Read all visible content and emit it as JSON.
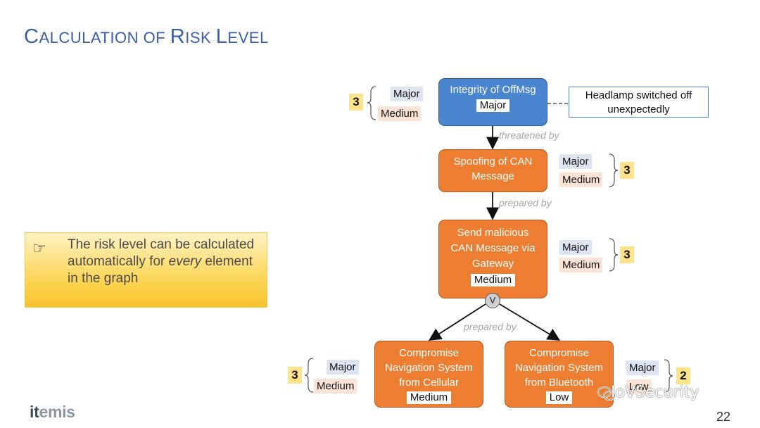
{
  "title": {
    "first_cap": "C",
    "rest1": "ALCULATION OF ",
    "second_cap": "R",
    "rest2": "ISK ",
    "third_cap": "L",
    "rest3": "EVEL"
  },
  "note": {
    "icon": "pointing-hand-icon",
    "text_before": "The risk level can be calculated automatically for ",
    "text_em": "every",
    "text_after": " element in the graph"
  },
  "nodes": {
    "top": {
      "label": "Integrity of OffMsg",
      "tag": "Major",
      "color": "#4a86d0"
    },
    "spoof": {
      "label_1": "Spoofing of CAN",
      "label_2": "Message"
    },
    "send": {
      "label_1": "Send malicious",
      "label_2": "CAN Message via",
      "label_3": "Gateway",
      "tag": "Medium"
    },
    "cellular": {
      "label_1": "Compromise",
      "label_2": "Navigation System",
      "label_3": "from Cellular",
      "tag": "Medium"
    },
    "bluetooth": {
      "label_1": "Compromise",
      "label_2": "Navigation System",
      "label_3": "from Bluetooth",
      "tag": "Low"
    }
  },
  "gate": {
    "label": "V"
  },
  "comment": {
    "line1": "Headlamp switched off",
    "line2": "unexpectedly"
  },
  "edge_labels": {
    "e1": "threatened by",
    "e2": "prepared by",
    "e3": "prepared by"
  },
  "ratings": {
    "top": {
      "impact": "Major",
      "likelihood": "Medium",
      "risk": "3"
    },
    "spoof": {
      "impact": "Major",
      "likelihood": "Medium",
      "risk": "3"
    },
    "send": {
      "impact": "Major",
      "likelihood": "Medium",
      "risk": "3"
    },
    "cellular": {
      "impact": "Major",
      "likelihood": "Medium",
      "risk": "3"
    },
    "bluetooth": {
      "impact": "Major",
      "likelihood": "Low",
      "risk": "2"
    }
  },
  "colors": {
    "orange": "#ed7d31",
    "blue": "#4a86d0",
    "title": "#3a5ea8",
    "risk_bg": "#ffe38a",
    "impact_bg": "#dde4f2",
    "likelihood_bg": "#fbe4d5"
  },
  "logo": {
    "part1": "it",
    "part2": "emis"
  },
  "page_number": "22",
  "watermark": {
    "icon": "wechat-icon",
    "text": "IoVSecurity"
  }
}
